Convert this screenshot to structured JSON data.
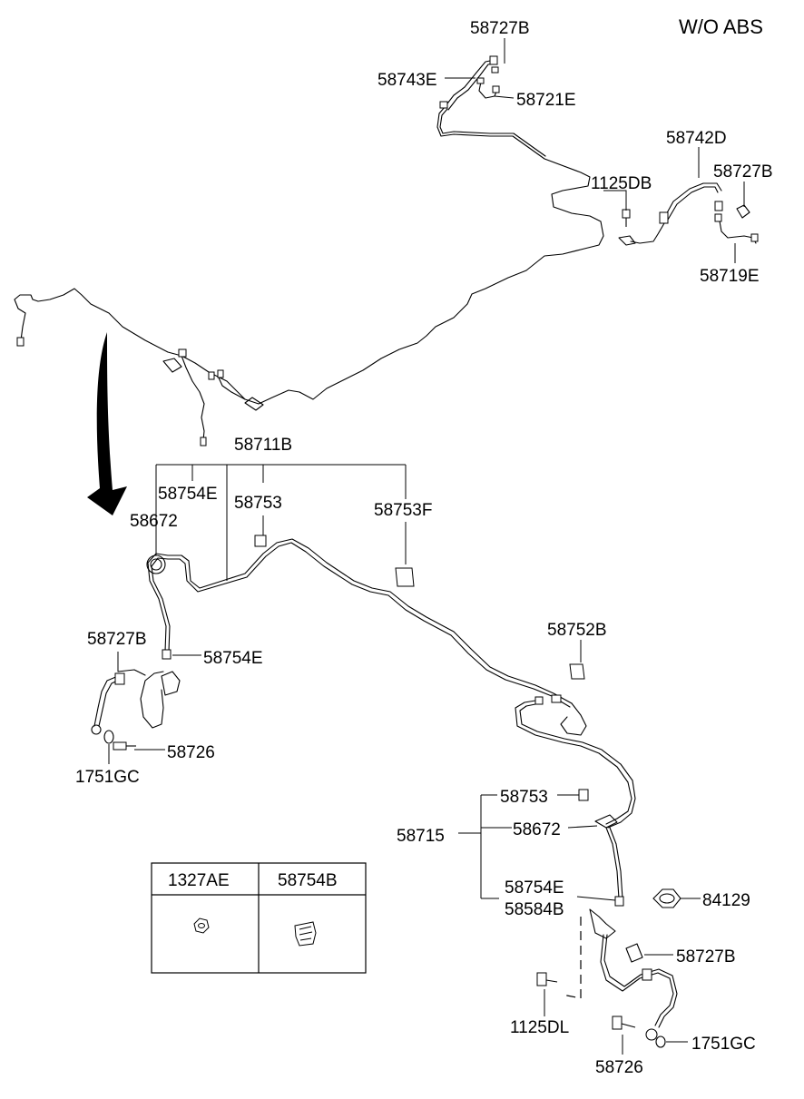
{
  "title": "W/O ABS",
  "labels": {
    "l01": "58727B",
    "l02": "58743E",
    "l03": "58721E",
    "l04": "58742D",
    "l05": "58727B",
    "l06": "1125DB",
    "l07": "58719E",
    "l08": "58711B",
    "l09": "58754E",
    "l10": "58753",
    "l11": "58753F",
    "l12": "58672",
    "l13": "58727B",
    "l14": "58754E",
    "l15": "58726",
    "l16": "1751GC",
    "l17": "58752B",
    "l18": "58753",
    "l19": "58715",
    "l20": "58672",
    "l21": "58754E",
    "l22": "58584B",
    "l23": "84129",
    "l24": "58727B",
    "l25": "1125DL",
    "l26": "58726",
    "l27": "1751GC"
  },
  "table": {
    "headers": [
      "1327AE",
      "58754B"
    ]
  }
}
